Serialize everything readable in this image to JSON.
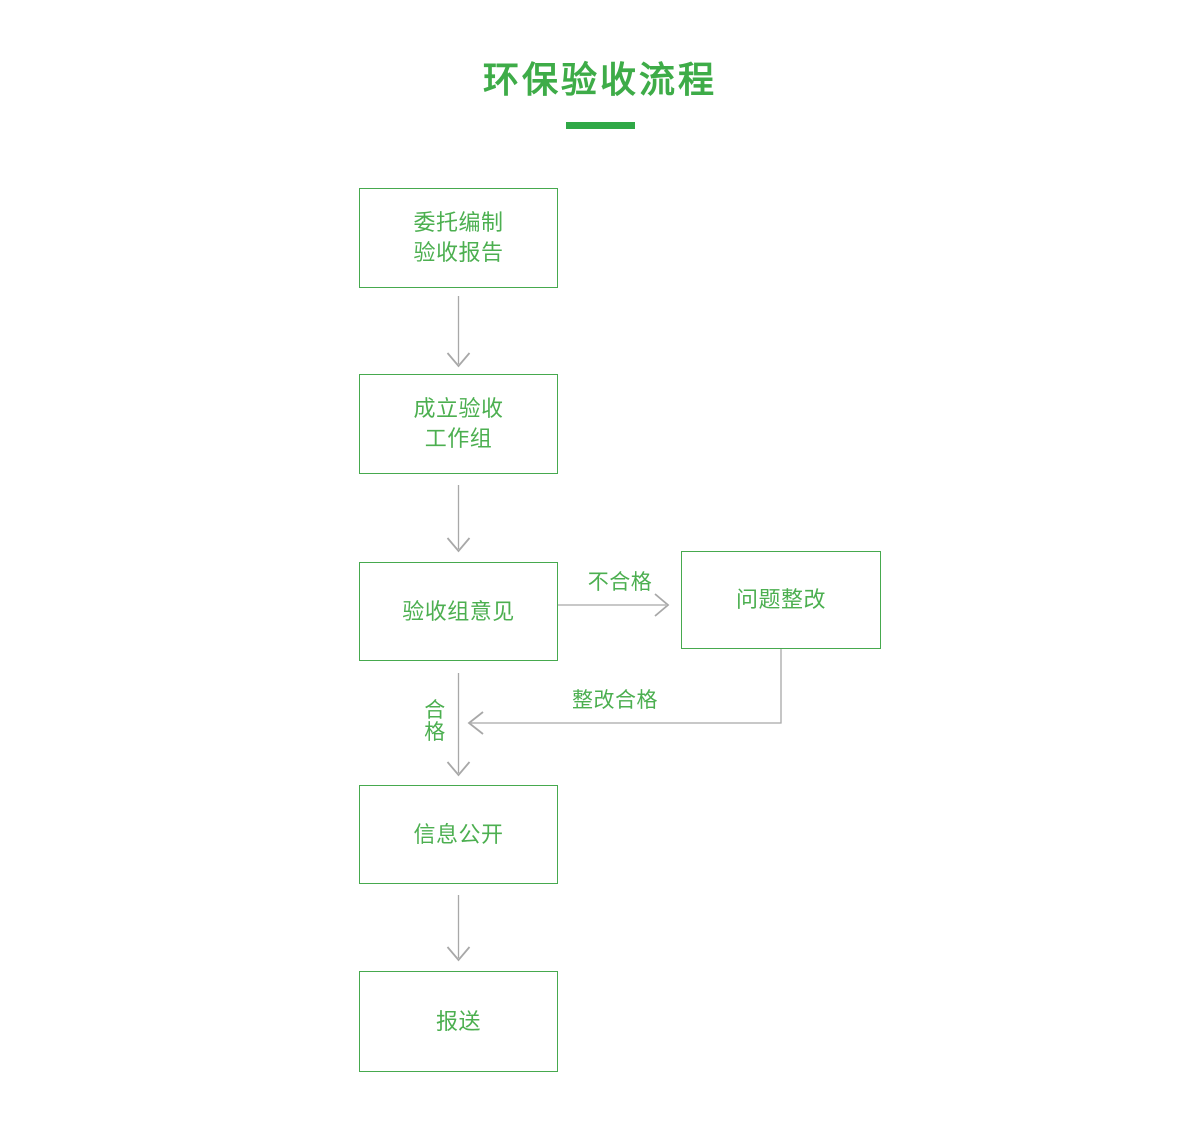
{
  "title": "环保验收流程",
  "colors": {
    "text_green": "#4caf50",
    "title_green": "#3eac48",
    "border_green": "#46a94e",
    "bar_green": "#2fa846",
    "arrow_gray": "#a8a8a8",
    "background": "#ffffff"
  },
  "nodes": {
    "entrust": {
      "line1": "委托编制",
      "line2": "验收报告"
    },
    "workgroup": {
      "line1": "成立验收",
      "line2": "工作组"
    },
    "opinion": {
      "label": "验收组意见"
    },
    "rectify": {
      "label": "问题整改"
    },
    "publish": {
      "label": "信息公开"
    },
    "submit": {
      "label": "报送"
    }
  },
  "edges": {
    "fail": {
      "from": "opinion",
      "to": "rectify",
      "label": "不合格"
    },
    "rectified": {
      "from": "rectify",
      "to": "opinion-publish-path",
      "label": "整改合格"
    },
    "pass": {
      "from": "opinion",
      "to": "publish",
      "label": "合格"
    },
    "step1": {
      "from": "entrust",
      "to": "workgroup",
      "label": ""
    },
    "step2": {
      "from": "workgroup",
      "to": "opinion",
      "label": ""
    },
    "step4": {
      "from": "publish",
      "to": "submit",
      "label": ""
    }
  }
}
